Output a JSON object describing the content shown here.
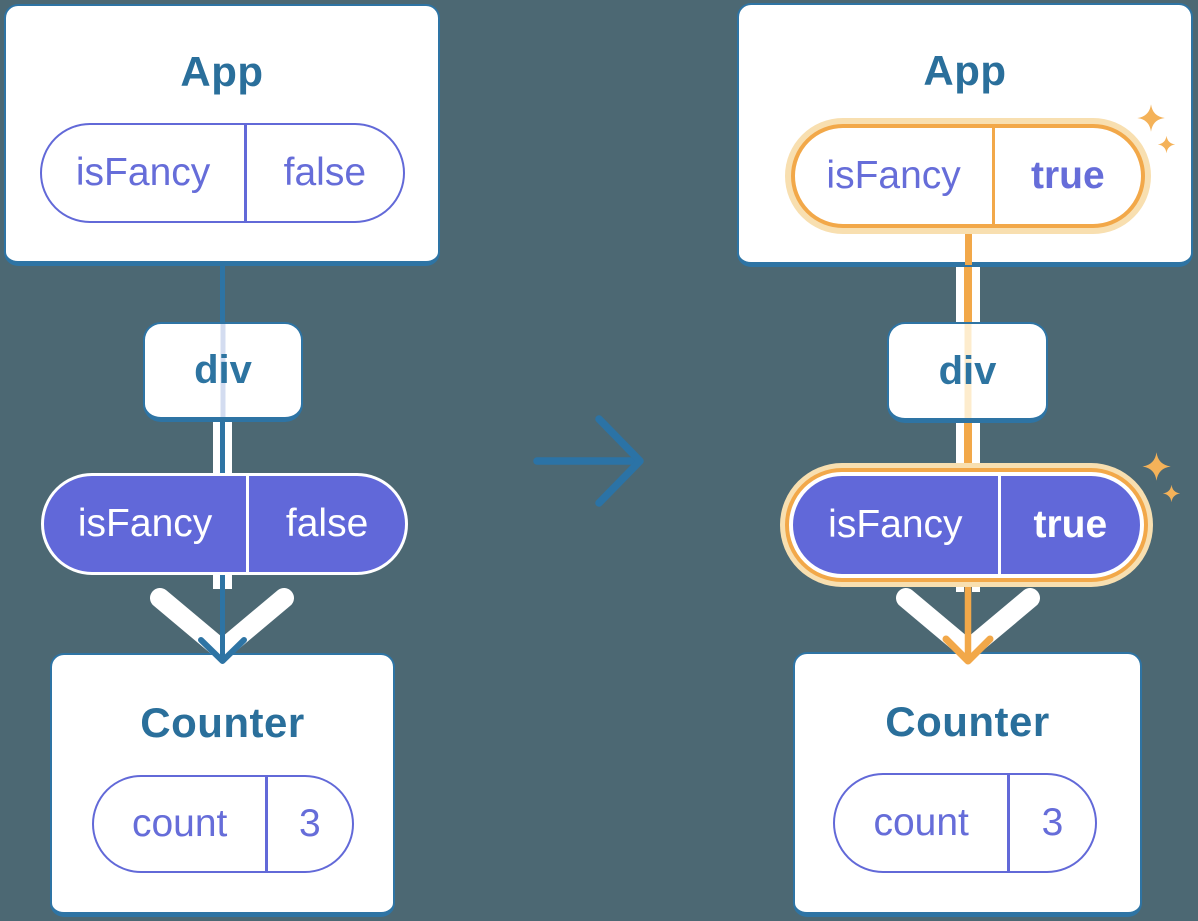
{
  "diagram": {
    "left_tree": {
      "app": {
        "title": "App",
        "prop_name": "isFancy",
        "prop_value": "false"
      },
      "div_label": "div",
      "passed_prop": {
        "name": "isFancy",
        "value": "false"
      },
      "counter": {
        "title": "Counter",
        "state_name": "count",
        "state_value": "3"
      }
    },
    "right_tree": {
      "app": {
        "title": "App",
        "prop_name": "isFancy",
        "prop_value": "true"
      },
      "div_label": "div",
      "passed_prop": {
        "name": "isFancy",
        "value": "true"
      },
      "counter": {
        "title": "Counter",
        "state_name": "count",
        "state_value": "3"
      }
    }
  },
  "colors": {
    "background": "#4c6873",
    "card_border_blue": "#2e74a4",
    "title_text_blue": "#2a6f9b",
    "pill_purple_fill": "#6168d9",
    "pill_purple_text": "#666dd9",
    "highlight_orange": "#f2a849",
    "highlight_glow": "#f8dfb0",
    "sparkle_orange": "#f4b259",
    "thread_lavender": "#d3dcf0",
    "thread_peach": "#fdeccd",
    "white": "#ffffff"
  },
  "icons": {
    "transition": "arrow-right-icon",
    "prop_flow": "chevron-down-icon",
    "highlight": "sparkle-icon"
  }
}
